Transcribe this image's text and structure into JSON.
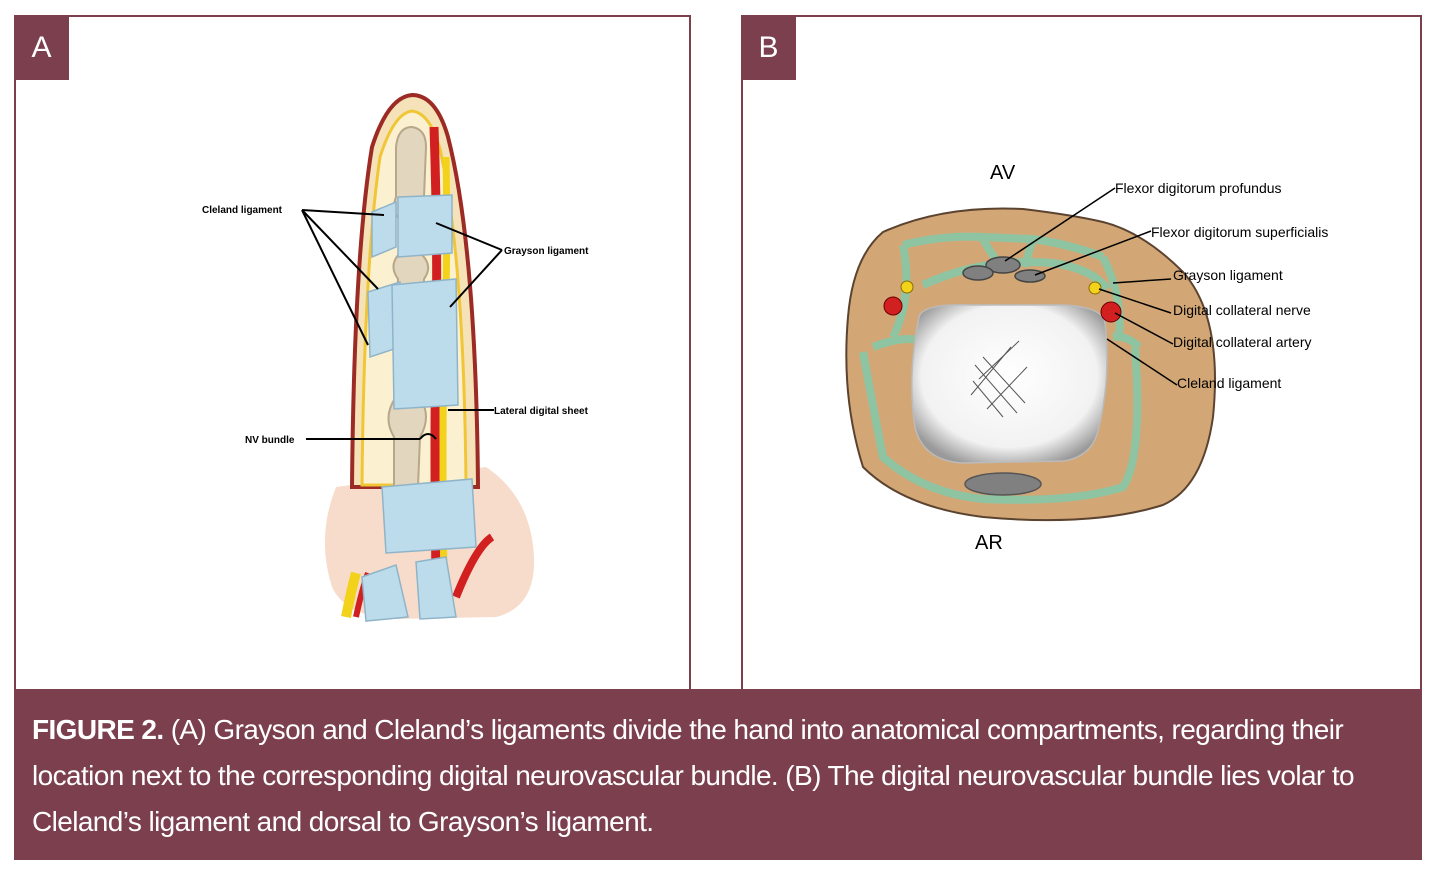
{
  "panel_a": {
    "tag": "A",
    "labels": {
      "cleland": "Cleland ligament",
      "grayson": "Grayson ligament",
      "lateral_sheet": "Lateral digital sheet",
      "nv_bundle": "NV bundle"
    }
  },
  "panel_b": {
    "tag": "B",
    "av": "AV",
    "ar": "AR",
    "labels": {
      "fdp": "Flexor digitorum profundus",
      "fds": "Flexor digitorum superficialis",
      "grayson": "Grayson ligament",
      "nerve": "Digital collateral nerve",
      "artery": "Digital collateral artery",
      "cleland": "Cleland ligament"
    }
  },
  "caption": {
    "figure_label": "FIGURE 2.",
    "text": " (A) Grayson and Cleland’s ligaments divide the hand into anatomical compartments, regarding their location next to the corresponding digital neurovascular bundle. (B) The digital neurovascular bundle lies volar to Cleland’s ligament and dorsal to Grayson’s ligament."
  },
  "colors": {
    "frame": "#7b3f4e",
    "skin_tan": "#d2a775",
    "ligament_green": "#8fc4a3",
    "artery_red": "#d21f1f",
    "nerve_yellow": "#f2d21a",
    "ligament_blue": "#bcdcec",
    "tendon_gray": "#808080"
  }
}
